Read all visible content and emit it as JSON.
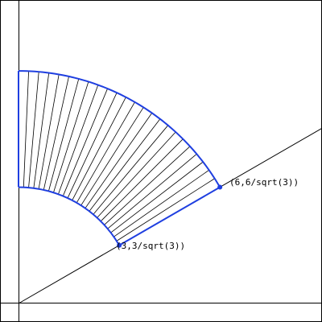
{
  "figure": {
    "colors": {
      "background": "#ffffff",
      "frame": "#000000",
      "axes": "#000000",
      "radial_lines": "#000000",
      "region_boundary": "#1f3fe0",
      "points": "#1f3fe0"
    },
    "region": {
      "description_kind": "annular-sector",
      "radial_line_count": 24
    },
    "points": [
      {
        "label": "(3,3/sqrt(3))",
        "x": 3,
        "y": 1.7320508
      },
      {
        "label": "(6,6/sqrt(3))",
        "x": 6,
        "y": 3.4641016
      }
    ]
  }
}
